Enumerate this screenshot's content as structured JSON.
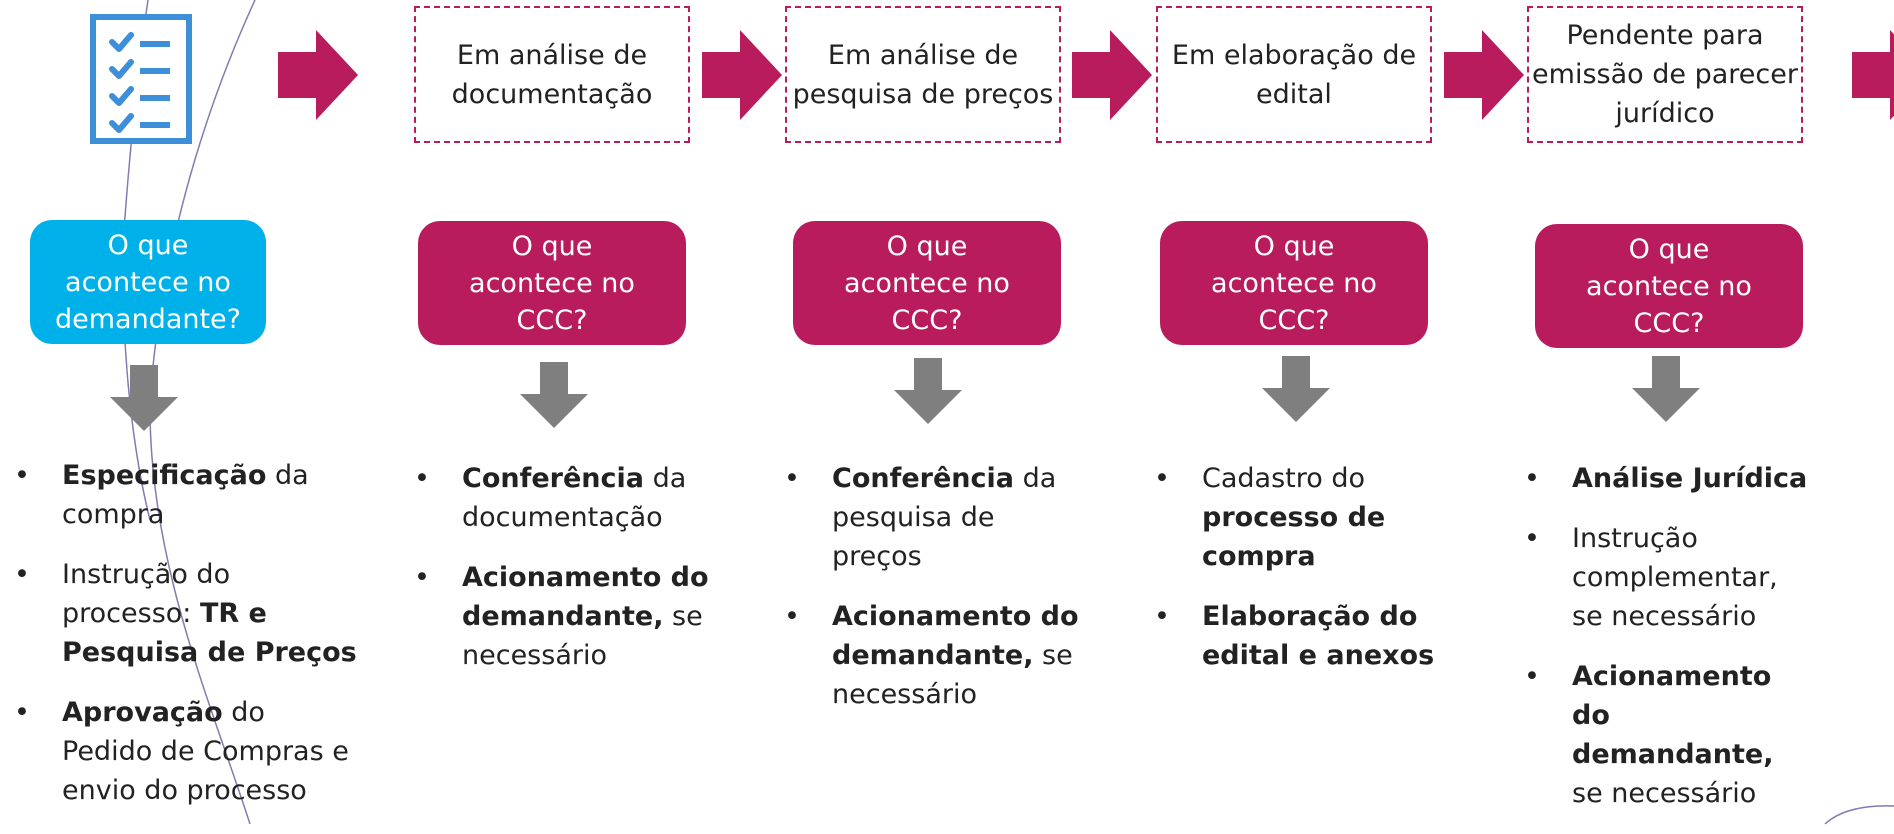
{
  "colors": {
    "magenta": "#b81c5c",
    "blue": "#00b0e8",
    "gray": "#7f7f7f",
    "icon_blue": "#3d8fd9"
  },
  "icon": "checklist-icon",
  "demandante": {
    "question": "O que acontece no demandante?",
    "items": [
      {
        "parts": [
          {
            "t": "Especificação",
            "b": true
          },
          {
            "t": " da compra",
            "b": false
          }
        ]
      },
      {
        "parts": [
          {
            "t": "Instrução do processo: ",
            "b": false
          },
          {
            "t": "TR e Pesquisa de Preços",
            "b": true
          }
        ]
      },
      {
        "parts": [
          {
            "t": "Aprovação",
            "b": true
          },
          {
            "t": " do Pedido de Compras e envio do processo",
            "b": false
          }
        ]
      }
    ]
  },
  "stages": [
    {
      "name": "Em análise de documentação",
      "question": "O que acontece no CCC?",
      "items": [
        {
          "parts": [
            {
              "t": "Conferência",
              "b": true
            },
            {
              "t": " da documentação",
              "b": false
            }
          ]
        },
        {
          "parts": [
            {
              "t": "Acionamento do demandante,",
              "b": true
            },
            {
              "t": " se necessário",
              "b": false
            }
          ]
        }
      ]
    },
    {
      "name": "Em análise de pesquisa de preços",
      "question": "O que acontece no CCC?",
      "items": [
        {
          "parts": [
            {
              "t": "Conferência",
              "b": true
            },
            {
              "t": " da pesquisa de preços",
              "b": false
            }
          ]
        },
        {
          "parts": [
            {
              "t": "Acionamento do demandante,",
              "b": true
            },
            {
              "t": " se necessário",
              "b": false
            }
          ]
        }
      ]
    },
    {
      "name": "Em elaboração de edital",
      "question": "O que acontece no CCC?",
      "items": [
        {
          "parts": [
            {
              "t": "Cadastro do ",
              "b": false
            },
            {
              "t": "processo de compra",
              "b": true
            }
          ]
        },
        {
          "parts": [
            {
              "t": "Elaboração do edital e anexos",
              "b": true
            }
          ]
        }
      ]
    },
    {
      "name": "Pendente para emissão de parecer jurídico",
      "question": "O que acontece no CCC?",
      "items": [
        {
          "parts": [
            {
              "t": "Análise Jurídica",
              "b": true
            }
          ]
        },
        {
          "parts": [
            {
              "t": "Instrução complementar, se necessário",
              "b": false
            }
          ]
        },
        {
          "parts": [
            {
              "t": "Acionamento do demandante,",
              "b": true
            },
            {
              "t": " se necessário",
              "b": false
            }
          ]
        }
      ]
    }
  ]
}
